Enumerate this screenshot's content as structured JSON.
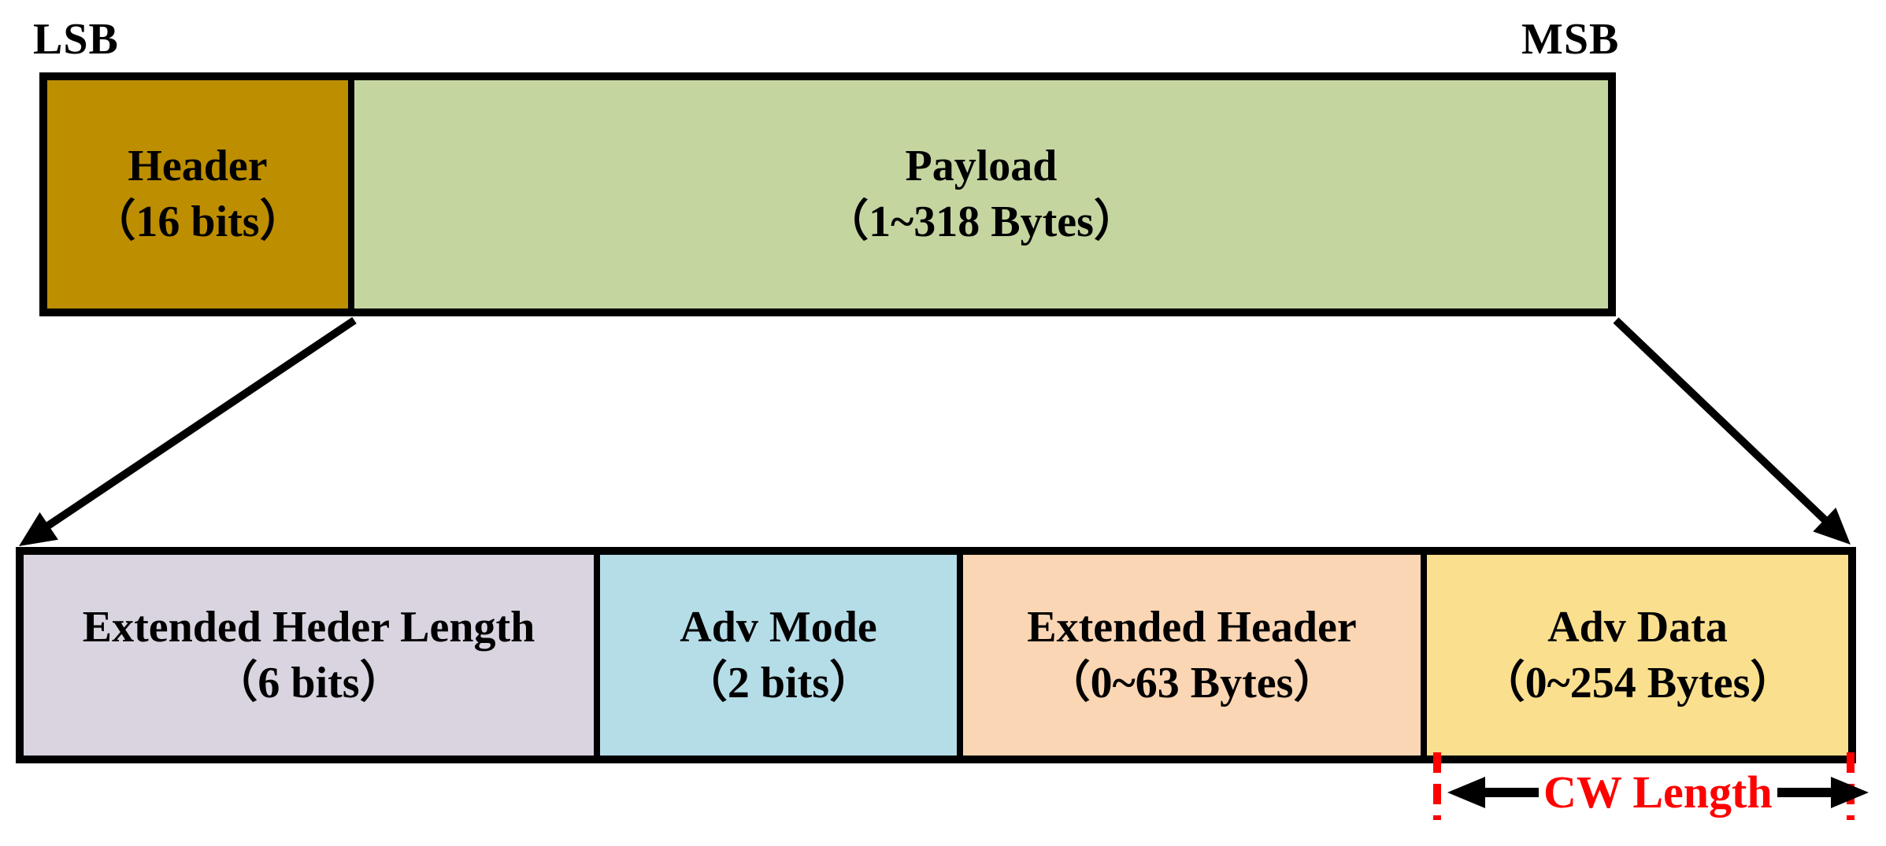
{
  "figure": {
    "type": "packet-structure-diagram",
    "bit_order": {
      "left": "LSB",
      "right": "MSB"
    },
    "top_bar": {
      "segments": [
        {
          "label": "Header",
          "size": "（16 bits）"
        },
        {
          "label": "Payload",
          "size": "（1~318 Bytes）"
        }
      ]
    },
    "bottom_bar": {
      "segments": [
        {
          "label": "Extended Heder Length",
          "size": "（6 bits）"
        },
        {
          "label": "Adv Mode",
          "size": "（2 bits）"
        },
        {
          "label": "Extended Header",
          "size": "（0~63 Bytes）"
        },
        {
          "label": "Adv Data",
          "size": "（0~254 Bytes）"
        }
      ]
    },
    "cw_annotation": {
      "label": "CW Length"
    },
    "colors": {
      "header": "#BD8E00",
      "payload": "#C5D5A0",
      "extended_header_length": "#DAD4E0",
      "adv_mode": "#B5DDE8",
      "extended_header": "#FBD6B4",
      "adv_data": "#FADF8E",
      "outline": "#000000",
      "cw_red": "#FF0000"
    }
  }
}
